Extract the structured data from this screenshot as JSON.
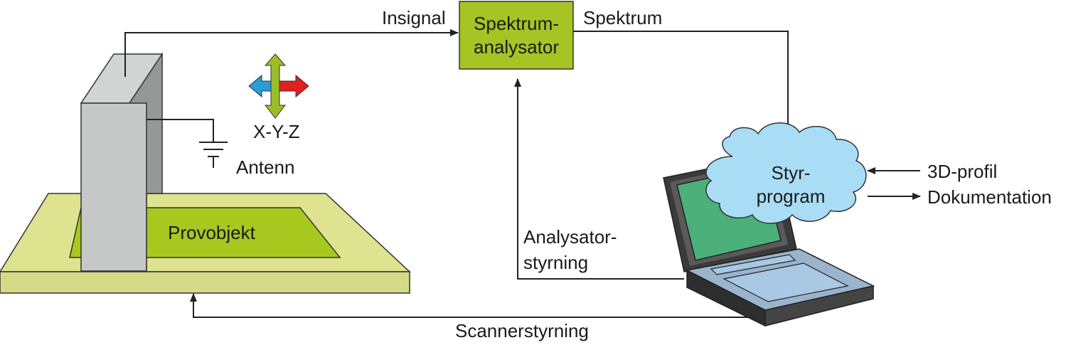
{
  "labels": {
    "insignal": "Insignal",
    "spektrum": "Spektrum",
    "analyzer_line1": "Spektrum-",
    "analyzer_line2": "analysator",
    "xyz": "X-Y-Z",
    "antenn": "Antenn",
    "provobjekt": "Provobjekt",
    "control_line1": "Styr-",
    "control_line2": "program",
    "profile3d": "3D-profil",
    "dokumentation": "Dokumentation",
    "analyzer_ctrl_line1": "Analysator-",
    "analyzer_ctrl_line2": "styrning",
    "scanner_ctrl": "Scannerstyrning"
  },
  "icons": {
    "axes": "xyz-axes-icon",
    "ground": "ground-symbol-icon",
    "laptop": "laptop-icon",
    "cloud": "cloud-icon"
  },
  "colors": {
    "analyzer_fill": "#a6c424",
    "platform_fill": "#dde38e",
    "object_fill": "#a8c820",
    "column_face": "#c6c8c8",
    "cloud_fill": "#a9ddf5",
    "screen_fill": "#4cb07a",
    "keyboard_fill": "#a8c8e4",
    "axis_blue": "#2a9cd8",
    "axis_red": "#e02020",
    "axis_green": "#9abe28"
  }
}
